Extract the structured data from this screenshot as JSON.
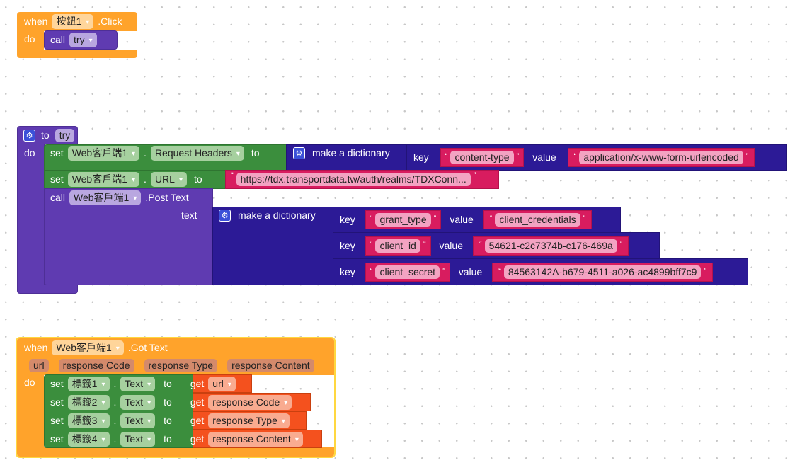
{
  "quotes": {
    "open": "“",
    "close": "”"
  },
  "click_event": {
    "when": "when",
    "component": "按鈕1",
    "event": ".Click",
    "do": "do",
    "call": "call",
    "procedure": "try"
  },
  "procedure": {
    "to": "to",
    "name": "try",
    "do": "do",
    "set_headers": {
      "set": "set",
      "component": "Web客戶端1",
      "dot": ".",
      "property": "Request Headers",
      "to": "to",
      "dict": "make a dictionary",
      "pairs": [
        {
          "key_label": "key",
          "key": "content-type",
          "value_label": "value",
          "value": "application/x-www-form-urlencoded"
        }
      ]
    },
    "set_url": {
      "set": "set",
      "component": "Web客戶端1",
      "dot": ".",
      "property": "URL",
      "to": "to",
      "value": "https://tdx.transportdata.tw/auth/realms/TDXConn..."
    },
    "post": {
      "call": "call",
      "component": "Web客戶端1",
      "method": ".Post Text",
      "arg": "text",
      "dict": "make a dictionary",
      "pairs": [
        {
          "key_label": "key",
          "key": "grant_type",
          "value_label": "value",
          "value": "client_credentials"
        },
        {
          "key_label": "key",
          "key": "client_id",
          "value_label": "value",
          "value": "54621-c2c7374b-c176-469a"
        },
        {
          "key_label": "key",
          "key": "client_secret",
          "value_label": "value",
          "value": "84563142A-b679-4511-a026-ac4899bff7c9"
        }
      ]
    }
  },
  "got_text": {
    "when": "when",
    "component": "Web客戶端1",
    "event": ".Got Text",
    "do": "do",
    "params": [
      "url",
      "response Code",
      "response Type",
      "response Content"
    ],
    "rows": [
      {
        "set": "set",
        "component": "標籤1",
        "dot": ".",
        "property": "Text",
        "to": "to",
        "get": "get",
        "var": "url"
      },
      {
        "set": "set",
        "component": "標籤2",
        "dot": ".",
        "property": "Text",
        "to": "to",
        "get": "get",
        "var": "response Code"
      },
      {
        "set": "set",
        "component": "標籤3",
        "dot": ".",
        "property": "Text",
        "to": "to",
        "get": "get",
        "var": "response Type"
      },
      {
        "set": "set",
        "component": "標籤4",
        "dot": ".",
        "property": "Text",
        "to": "to",
        "get": "get",
        "var": "response Content"
      }
    ]
  }
}
